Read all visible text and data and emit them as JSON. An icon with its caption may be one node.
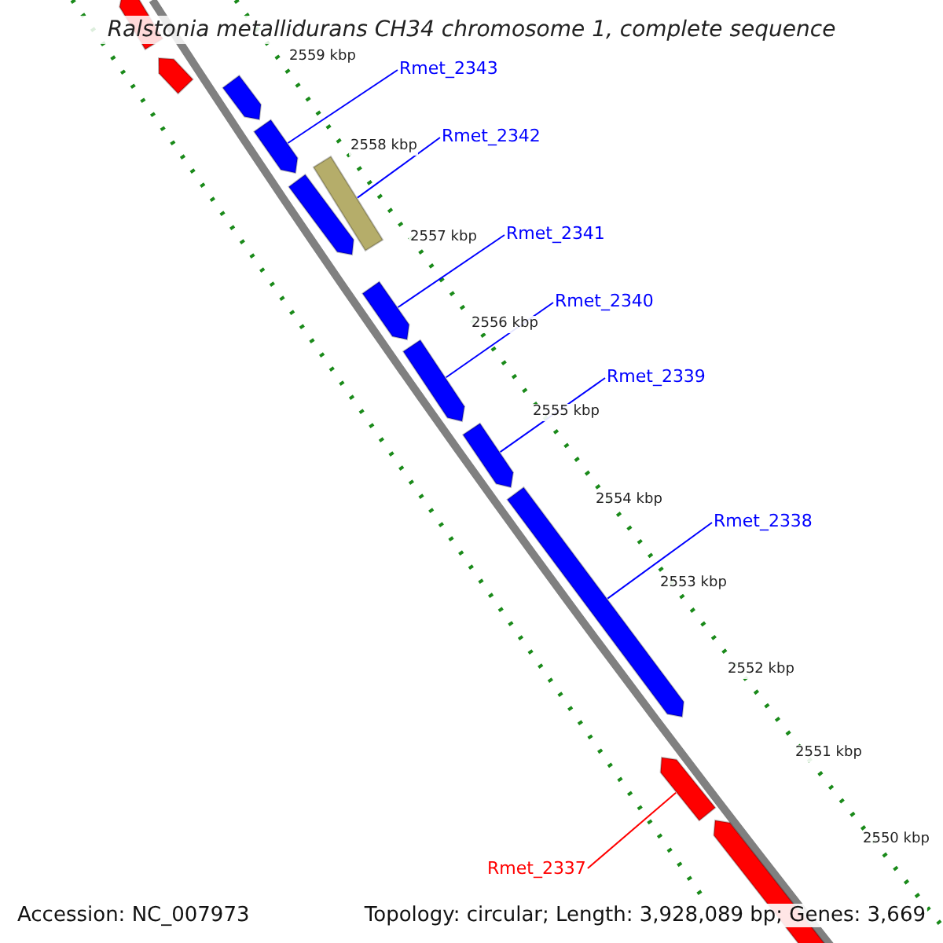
{
  "diagram": {
    "title": "Ralstonia metallidurans CH34 chromosome 1, complete sequence",
    "nodes": [
      {
        "text": [
          "Rmet_2343"
        ]
      },
      {
        "text": [
          "Rmet_2342"
        ]
      },
      {
        "text": [
          "Rmet_2341"
        ]
      },
      {
        "text": [
          "Rmet_2340"
        ]
      },
      {
        "text": [
          "Rmet_2339"
        ]
      },
      {
        "text": [
          "Rmet_2338"
        ]
      },
      {
        "text": [
          "Rmet_2337"
        ]
      },
      {
        "text": [],
        "shape": "bar"
      },
      {
        "text": [],
        "shape": "bar"
      },
      {
        "text": [],
        "shape": "bar"
      },
      {
        "text": [],
        "shape": "bar"
      },
      {
        "text": [],
        "shape": "bar"
      },
      {
        "text": [],
        "shape": "bar"
      },
      {
        "text": [],
        "shape": "bar"
      },
      {
        "text": [],
        "shape": "bar"
      },
      {
        "text": [],
        "shape": "bar"
      },
      {
        "text": [],
        "shape": "bar"
      },
      {
        "text": [],
        "shape": "bar"
      },
      {
        "text": [],
        "shape": "bar"
      }
    ],
    "edges": [
      {
        "from": 0,
        "to": 10,
        "arrow": "none"
      },
      {
        "from": 1,
        "to": 11,
        "arrow": "none"
      },
      {
        "from": 2,
        "to": 13,
        "arrow": "none"
      },
      {
        "from": 3,
        "to": 14,
        "arrow": "none"
      },
      {
        "from": 4,
        "to": 15,
        "arrow": "none"
      },
      {
        "from": 5,
        "to": 16,
        "arrow": "none"
      },
      {
        "from": 6,
        "to": 17,
        "arrow": "none",
        "color": "#ff0000"
      }
    ],
    "labels": [
      "2559 kbp",
      "2558 kbp",
      "2557 kbp",
      "2556 kbp",
      "2555 kbp",
      "2554 kbp",
      "2553 kbp",
      "2552 kbp",
      "2551 kbp",
      "2550 kbp",
      "Accession: NC_007973",
      "Topology: circular; Length: 3,928,089 bp; Genes: 3,669"
    ]
  }
}
